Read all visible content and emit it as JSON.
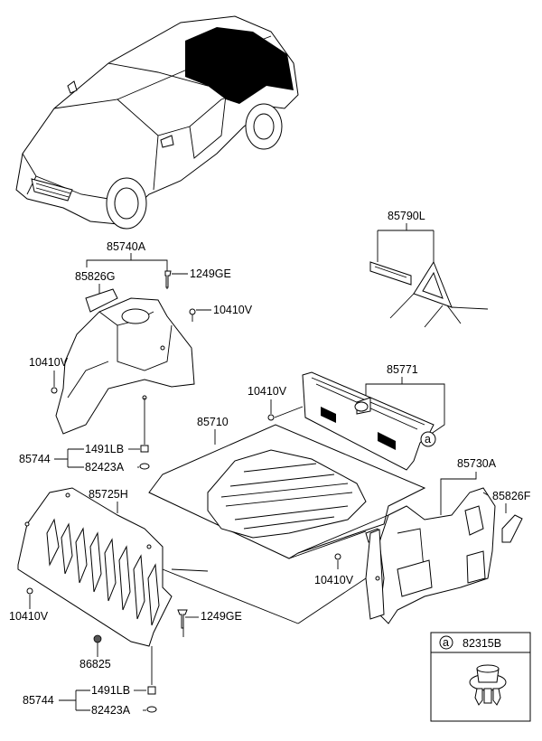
{
  "labels": {
    "p85790L": "85790L",
    "p85740A": "85740A",
    "p85826G": "85826G",
    "p1249GE_top": "1249GE",
    "p10410V_a": "10410V",
    "p10410V_b": "10410V",
    "p85771": "85771",
    "p10410V_c": "10410V",
    "p85710": "85710",
    "p85744_top": "85744",
    "p1491LB_top": "1491LB",
    "p82423A_top": "82423A",
    "p85730A": "85730A",
    "p85826F": "85826F",
    "p85725H": "85725H",
    "p10410V_d": "10410V",
    "p10410V_e": "10410V",
    "p1249GE_bot": "1249GE",
    "p86825": "86825",
    "p85744_bot": "85744",
    "p1491LB_bot": "1491LB",
    "p82423A_bot": "82423A",
    "callout_a": "a",
    "detail_a": "a",
    "p82315B": "82315B"
  }
}
